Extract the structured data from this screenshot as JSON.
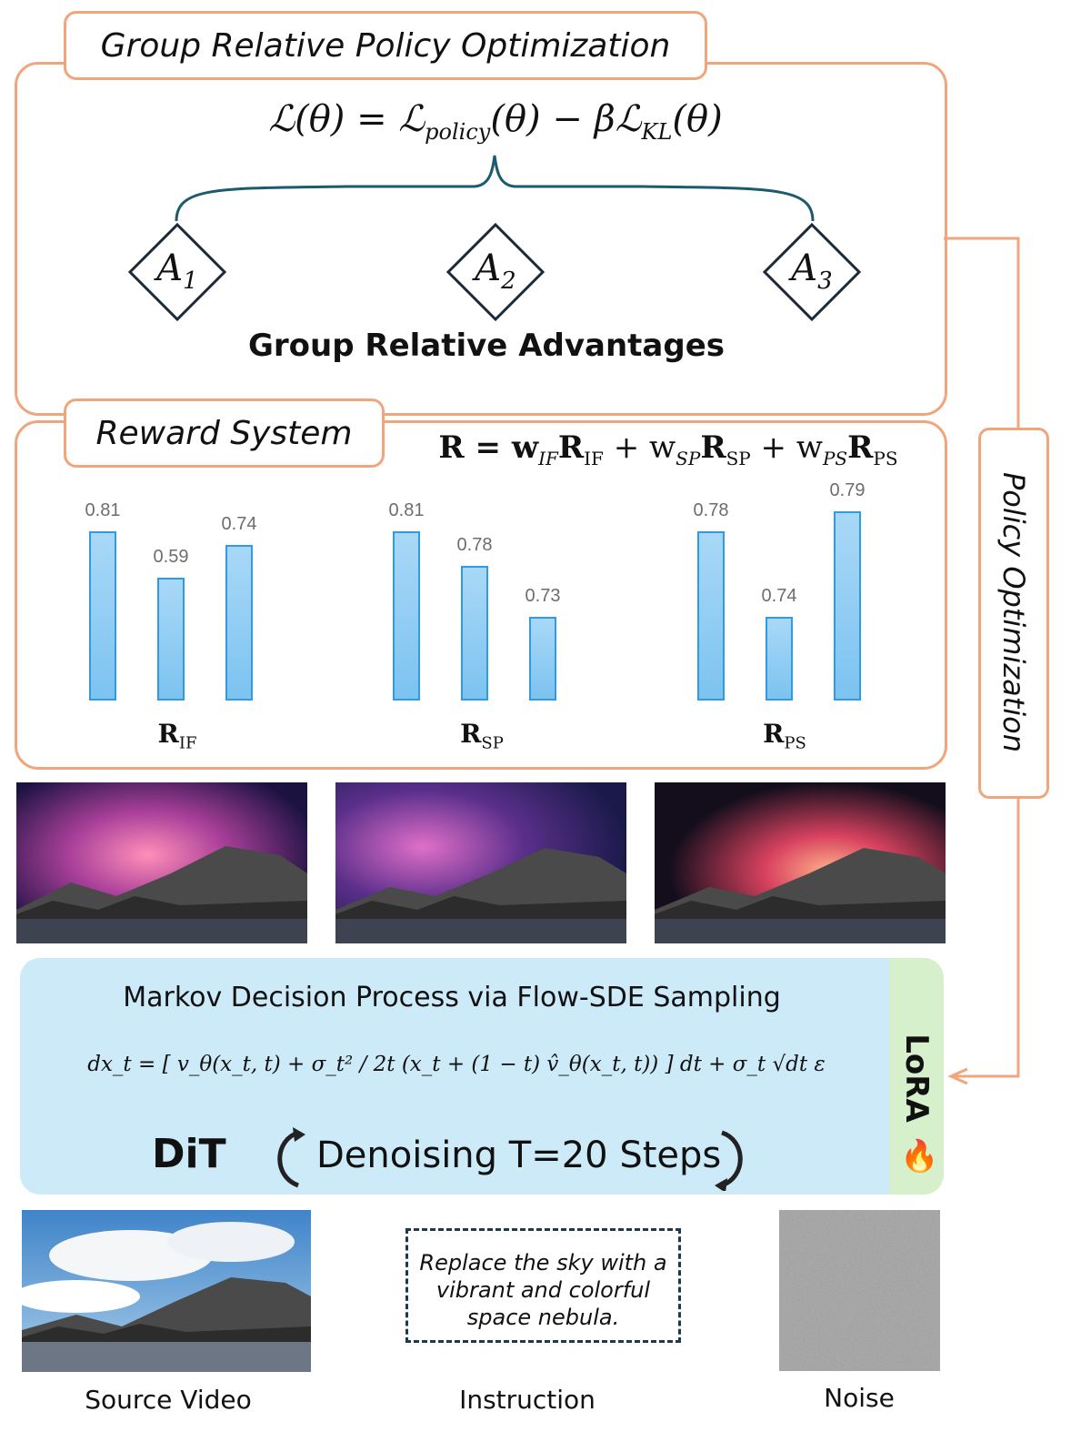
{
  "grpo": {
    "title": "Group Relative Policy Optimization",
    "formula": {
      "lhs": "ℒ(θ) = ℒ",
      "policy_sub": "policy",
      "mid": "(θ) − βℒ",
      "kl_sub": "KL",
      "end": "(θ)"
    },
    "advantages": [
      {
        "base": "A",
        "sub": "1"
      },
      {
        "base": "A",
        "sub": "2"
      },
      {
        "base": "A",
        "sub": "3"
      }
    ],
    "advantages_label": "Group Relative Advantages"
  },
  "policy_optimization_label": "Policy Optimization",
  "reward": {
    "title": "Reward System",
    "formula": {
      "lhs": "R = w",
      "if_sub": "IF",
      "r1": "R",
      "r1_sub": "IF",
      "plus1": " + w",
      "sp_sub": "SP",
      "r2": "R",
      "r2_sub": "SP",
      "plus2": " + w",
      "ps_sub": "PS",
      "r3": "R",
      "r3_sub": "PS"
    }
  },
  "chart_data": {
    "type": "bar",
    "groups": [
      {
        "label": "R",
        "sub": "IF",
        "values": [
          0.81,
          0.59,
          0.74
        ],
        "labels": [
          "0.81",
          "0.59",
          "0.74"
        ]
      },
      {
        "label": "R",
        "sub": "SP",
        "values": [
          0.81,
          0.78,
          0.73
        ],
        "labels": [
          "0.81",
          "0.78",
          "0.73"
        ]
      },
      {
        "label": "R",
        "sub": "PS",
        "values": [
          0.78,
          0.74,
          0.79
        ],
        "labels": [
          "0.78",
          "0.74",
          "0.79"
        ]
      }
    ],
    "bar_color": "#8ccdf4"
  },
  "mdp": {
    "title": "Markov Decision Process via Flow-SDE Sampling",
    "formula": "dx_t = [ v_θ(x_t, t) + σ_t² / 2t (x_t + (1 − t) v̂_θ(x_t, t)) ] dt + σ_t √dt ε",
    "dit": "DiT",
    "denoise": "Denoising T=20 Steps",
    "lora": "LoRA",
    "fire": "🔥"
  },
  "inputs": {
    "instruction": "Replace the sky with a vibrant and colorful space nebula.",
    "captions": [
      "Source Video",
      "Instruction",
      "Noise"
    ]
  },
  "colors": {
    "accent": "#f0a57c",
    "mdp_bg": "#cdeaf9",
    "lora_bg": "#d7f0cc",
    "brace": "#1c5a6e"
  }
}
